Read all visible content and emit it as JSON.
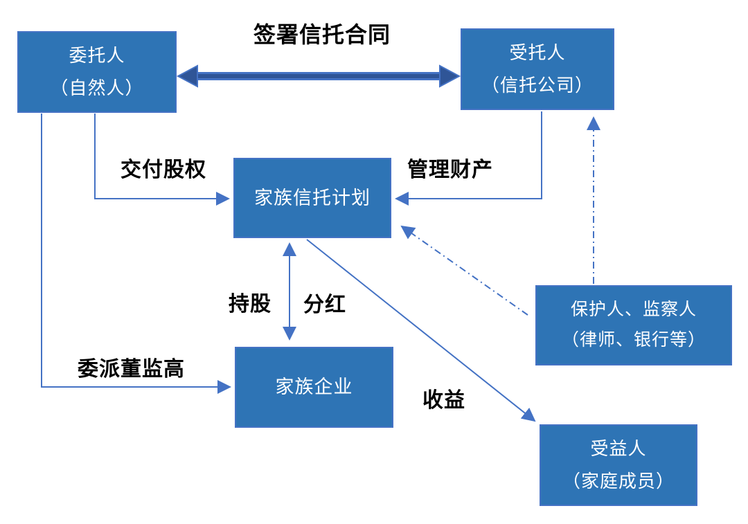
{
  "diagram": {
    "type": "flow-diagram",
    "topic": "family-trust-structure",
    "nodes": {
      "settlor": {
        "line1": "委托人",
        "line2": "（自然人）"
      },
      "trustee": {
        "line1": "受托人",
        "line2": "（信托公司）"
      },
      "trust_plan": {
        "line1": "家族信托计划"
      },
      "family_business": {
        "line1": "家族企业"
      },
      "protector": {
        "line1": "保护人、监察人",
        "line2": "（律师、银行等）"
      },
      "beneficiary": {
        "line1": "受益人",
        "line2": "（家庭成员）"
      }
    },
    "edge_labels": {
      "sign_contract": "签署信托合同",
      "deliver_equity": "交付股权",
      "manage_property": "管理财产",
      "hold_shares": "持股",
      "dividends": "分红",
      "appoint_executives": "委派董监高",
      "income": "收益"
    },
    "edges": [
      {
        "from": "settlor",
        "to": "trustee",
        "label": "签署信托合同",
        "style": "thick-double-arrow"
      },
      {
        "from": "settlor",
        "to": "trust_plan",
        "label": "交付股权",
        "style": "solid"
      },
      {
        "from": "trustee",
        "to": "trust_plan",
        "label": "管理财产",
        "style": "solid"
      },
      {
        "from": "trust_plan",
        "to": "family_business",
        "label": "持股 / 分红",
        "style": "solid-double-arrow"
      },
      {
        "from": "settlor",
        "to": "family_business",
        "label": "委派董监高",
        "style": "solid"
      },
      {
        "from": "trust_plan",
        "to": "beneficiary",
        "label": "收益",
        "style": "solid"
      },
      {
        "from": "protector",
        "to": "trust_plan",
        "label": "",
        "style": "dash-dot"
      },
      {
        "from": "protector",
        "to": "trustee",
        "label": "",
        "style": "dash-dot"
      }
    ],
    "colors": {
      "node_fill": "#2e74b5",
      "node_border": "#4472c4",
      "arrow": "#4472c4",
      "thick_arrow_core": "#2f5597",
      "node_text": "#ffffff",
      "label_text": "#000000",
      "background": "#ffffff"
    }
  }
}
